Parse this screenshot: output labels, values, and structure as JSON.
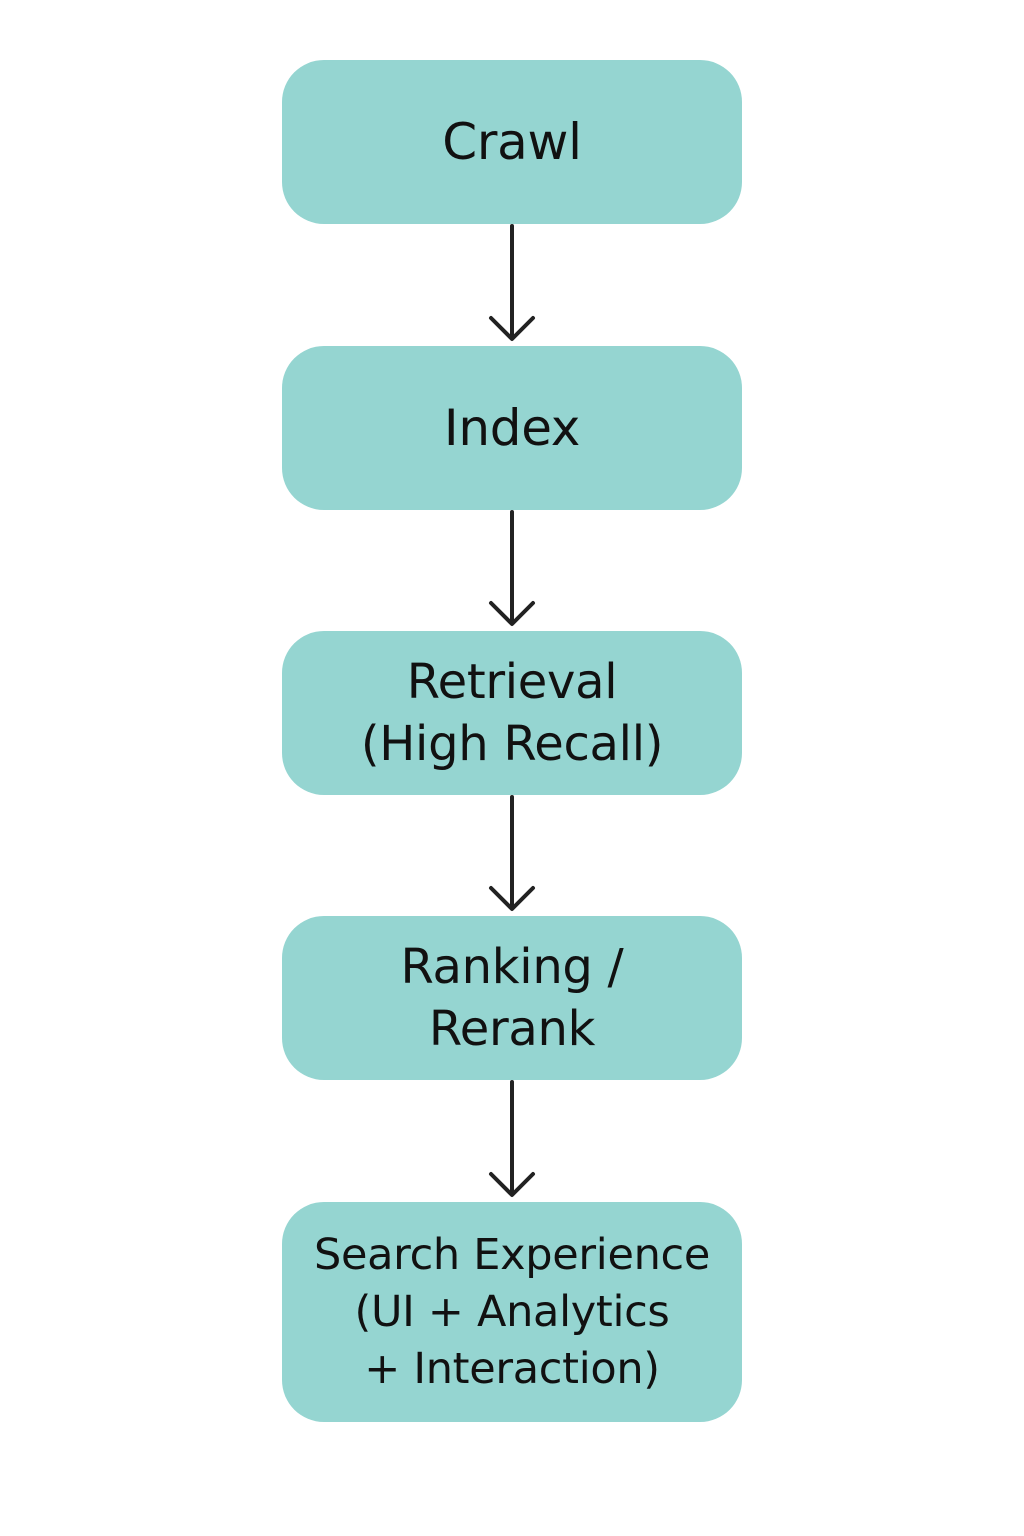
{
  "flow": {
    "steps": [
      {
        "label": "Crawl"
      },
      {
        "label": "Index"
      },
      {
        "label": "Retrieval\n(High Recall)"
      },
      {
        "label": "Ranking /\nRerank"
      },
      {
        "label": "Search Experience\n(UI + Analytics\n+ Interaction)"
      }
    ]
  },
  "colors": {
    "box_fill": "#95d5d1",
    "text": "#111111",
    "arrow": "#222222",
    "background": "#ffffff"
  }
}
